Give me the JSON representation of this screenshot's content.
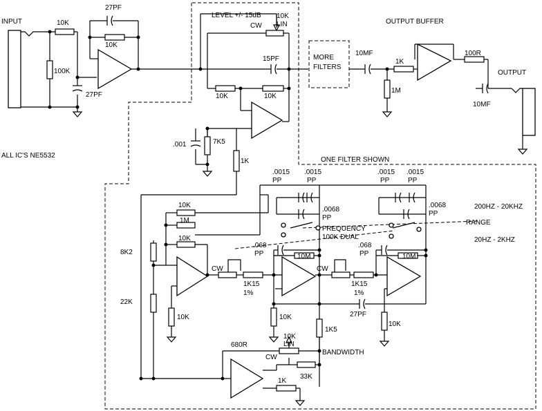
{
  "labels": {
    "input": "INPUT",
    "r_in_10k": "10K",
    "r_in_100k": "100K",
    "c_fb_27pf": "27PF",
    "r_fb_10k": "10K",
    "c_in_27pf": "27PF",
    "level": "LEVEL  +/- 15dB",
    "pot_level_10k": "10K",
    "pot_level_lin": "LIN",
    "pot_level_cw": "CW",
    "c_15pf": "15PF",
    "r_sum_10k_a": "10K",
    "r_sum_10k_b": "10K",
    "c_001": ".001",
    "r_7k5": "7K5",
    "r_1k_mid": "1K",
    "all_ics": "ALL IC'S NE5532",
    "more_filters": "MORE\nFILTERS",
    "output_buffer": "OUTPUT BUFFER",
    "c_10mf_a": "10MF",
    "r_1k_buf": "1K",
    "r_1m_buf": "1M",
    "r_100r": "100R",
    "output": "OUTPUT",
    "c_10mf_b": "10MF",
    "one_filter_shown": "ONE FILTER SHOWN",
    "c_0015_1": ".0015",
    "pp_1": "PP",
    "c_0015_2": ".0015",
    "pp_2": "PP",
    "c_0015_3": ".0015",
    "pp_3": "PP",
    "c_0015_4": ".0015",
    "pp_4": "PP",
    "c_0068_a": ".0068",
    "pp_0068_a": "PP",
    "c_0068_b": ".0068",
    "pp_0068_b": "PP",
    "range_high": "200HZ - 20KHZ",
    "range": "RANGE",
    "range_low": "20HZ - 2KHZ",
    "frequency": "FREQUENCY",
    "pot_freq": "100K DUAL",
    "r_10k_fa": "10K",
    "r_1m_fa": "1M",
    "r_10k_fb": "10K",
    "c_068_a": ".068",
    "pp_068_a": "PP",
    "r_10m_a": "10M",
    "c_068_b": ".068",
    "pp_068_b": "PP",
    "r_10m_b": "10M",
    "cw_1": "CW",
    "cw_2": "CW",
    "r_1k15_a": "1K15",
    "pct_a": "1%",
    "r_1k15_b": "1K15",
    "pct_b": "1%",
    "c_27pf_f": "27PF",
    "r_8k2": "8K2",
    "r_22k": "22K",
    "r_10k_g1": "10K",
    "r_10k_g2": "10K",
    "r_10k_g3": "10K",
    "r_1k5": "1K5",
    "r_680r": "680R",
    "pot_bw_10k": "10K",
    "pot_bw_lin": "LIN",
    "pot_bw_cw": "CW",
    "bandwidth": "BANDWIDTH",
    "r_1k_bw": "1K",
    "r_33k": "33K"
  }
}
